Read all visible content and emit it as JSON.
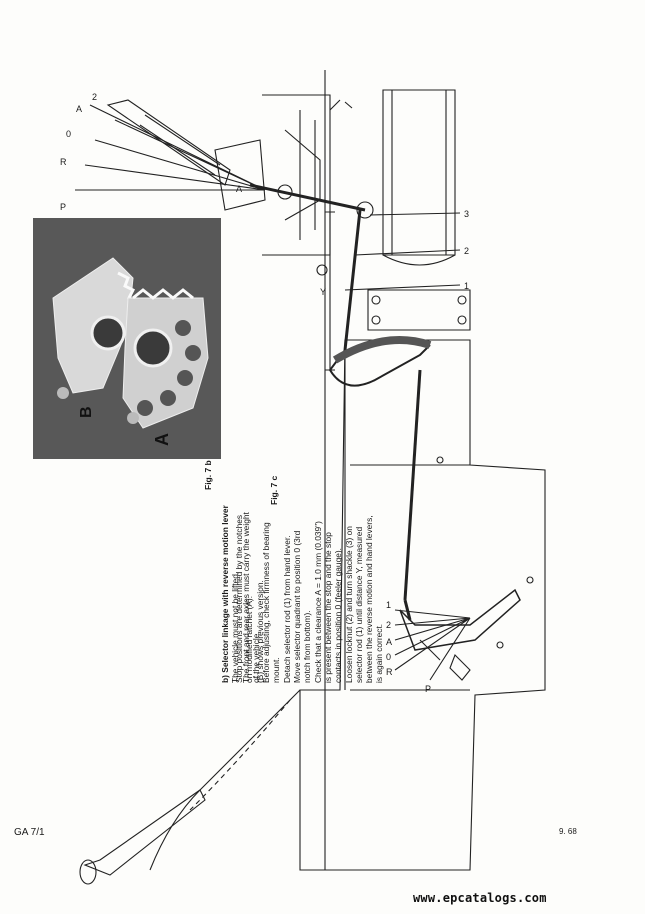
{
  "section": {
    "heading": "b) Selector linkage with reverse motion lever",
    "lines": [
      "The vehicle must not be lifted.",
      "The front and rear axles must carry the weight",
      "of the vehicle.",
      "Before adjusting, check firmness of bearing",
      "mount.",
      "Detach selector rod (1) from hand lever.",
      "Move selector quadrant to position 0 (3rd",
      "notch from bottom).",
      "Check that a clearance A = 1.0 mm (0.039\")",
      "is present between the stop and the stop",
      "contacts in position 0 (feeler gauge).",
      "Loosen locknut (2) and turn shackle (3) on",
      "selector rod (1) until distance Y, measured",
      "between the reverse motion and hand levers,",
      "is again correct."
    ]
  },
  "note": {
    "lines": [
      "Stop positions are determined by the notches",
      "on modified ratchet (A).",
      "(B) shows previous version."
    ]
  },
  "figures": {
    "fig7b": "Fig. 7 b",
    "fig7c": "Fig. 7 c"
  },
  "photo_labels": {
    "a": "A",
    "b": "B"
  },
  "callouts": {
    "top_positions": [
      "2",
      "A",
      "0",
      "R",
      "P"
    ],
    "bottom_positions": [
      "1",
      "2",
      "A",
      "0",
      "R",
      "P"
    ],
    "parts": [
      "3",
      "2",
      "1"
    ],
    "clearance": "A",
    "distance": "Y"
  },
  "footer": {
    "page_id": "GA 7/1",
    "date": "9. 68",
    "watermark": "www.epcatalogs.com"
  }
}
